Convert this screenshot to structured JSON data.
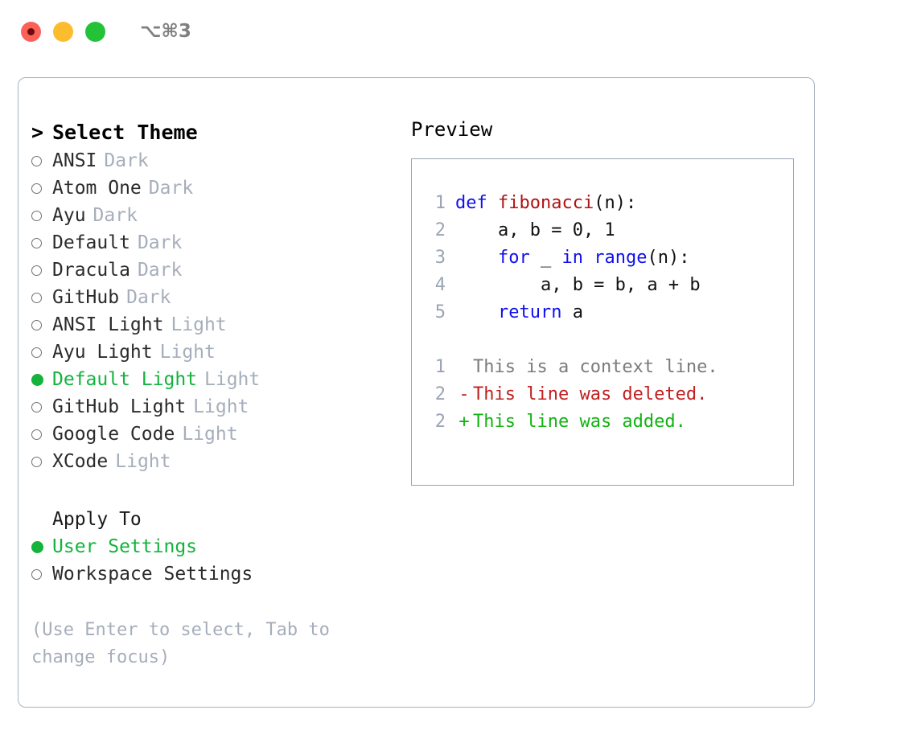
{
  "titlebar": {
    "traffic_lights": [
      {
        "name": "close",
        "color": "#fb6159",
        "recording": true
      },
      {
        "name": "minimize",
        "color": "#fdbc2e",
        "recording": false
      },
      {
        "name": "maximize",
        "color": "#24c238",
        "recording": false
      }
    ],
    "shortcut": "⌥⌘3"
  },
  "left": {
    "header_caret": ">",
    "header_title": "Select Theme",
    "themes": [
      {
        "name": "ANSI",
        "tag": "Dark",
        "selected": false
      },
      {
        "name": "Atom One",
        "tag": "Dark",
        "selected": false
      },
      {
        "name": "Ayu",
        "tag": "Dark",
        "selected": false
      },
      {
        "name": "Default",
        "tag": "Dark",
        "selected": false
      },
      {
        "name": "Dracula",
        "tag": "Dark",
        "selected": false
      },
      {
        "name": "GitHub",
        "tag": "Dark",
        "selected": false
      },
      {
        "name": "ANSI Light",
        "tag": "Light",
        "selected": false
      },
      {
        "name": "Ayu Light",
        "tag": "Light",
        "selected": false
      },
      {
        "name": "Default Light",
        "tag": "Light",
        "selected": true
      },
      {
        "name": "GitHub Light",
        "tag": "Light",
        "selected": false
      },
      {
        "name": "Google Code",
        "tag": "Light",
        "selected": false
      },
      {
        "name": "XCode",
        "tag": "Light",
        "selected": false
      }
    ],
    "apply_to_label": "Apply To",
    "apply_to_options": [
      {
        "name": "User Settings",
        "selected": true
      },
      {
        "name": "Workspace Settings",
        "selected": false
      }
    ],
    "hint": "(Use Enter to select, Tab to change focus)"
  },
  "right": {
    "preview_title": "Preview",
    "code_lines": [
      {
        "no": "1",
        "tokens": [
          {
            "t": "def ",
            "c": "kw"
          },
          {
            "t": "fibonacci",
            "c": "fn"
          },
          {
            "t": "(n):",
            "c": "plain"
          }
        ]
      },
      {
        "no": "2",
        "tokens": [
          {
            "t": "    a, b = 0, 1",
            "c": "plain"
          }
        ]
      },
      {
        "no": "3",
        "tokens": [
          {
            "t": "    ",
            "c": "plain"
          },
          {
            "t": "for",
            "c": "kw"
          },
          {
            "t": " _ ",
            "c": "plain"
          },
          {
            "t": "in",
            "c": "kw"
          },
          {
            "t": " ",
            "c": "plain"
          },
          {
            "t": "range",
            "c": "kw"
          },
          {
            "t": "(n):",
            "c": "plain"
          }
        ]
      },
      {
        "no": "4",
        "tokens": [
          {
            "t": "        a, b = b, a + b",
            "c": "plain"
          }
        ]
      },
      {
        "no": "5",
        "tokens": [
          {
            "t": "    ",
            "c": "plain"
          },
          {
            "t": "return",
            "c": "kw"
          },
          {
            "t": " a",
            "c": "plain"
          }
        ]
      }
    ],
    "diff_lines": [
      {
        "no": "1",
        "sign": " ",
        "text": "This is a context line.",
        "kind": "context"
      },
      {
        "no": "2",
        "sign": "-",
        "text": "This line was deleted.",
        "kind": "del"
      },
      {
        "no": "2",
        "sign": "+",
        "text": "This line was added.",
        "kind": "add"
      }
    ]
  },
  "colors": {
    "selected_green": "#13b33c",
    "keyword_blue": "#1010ee",
    "function_red": "#b01212",
    "diff_delete": "#c02020",
    "diff_add": "#12b312",
    "muted_gray": "#a6aebb",
    "border": "#aab2c0"
  }
}
